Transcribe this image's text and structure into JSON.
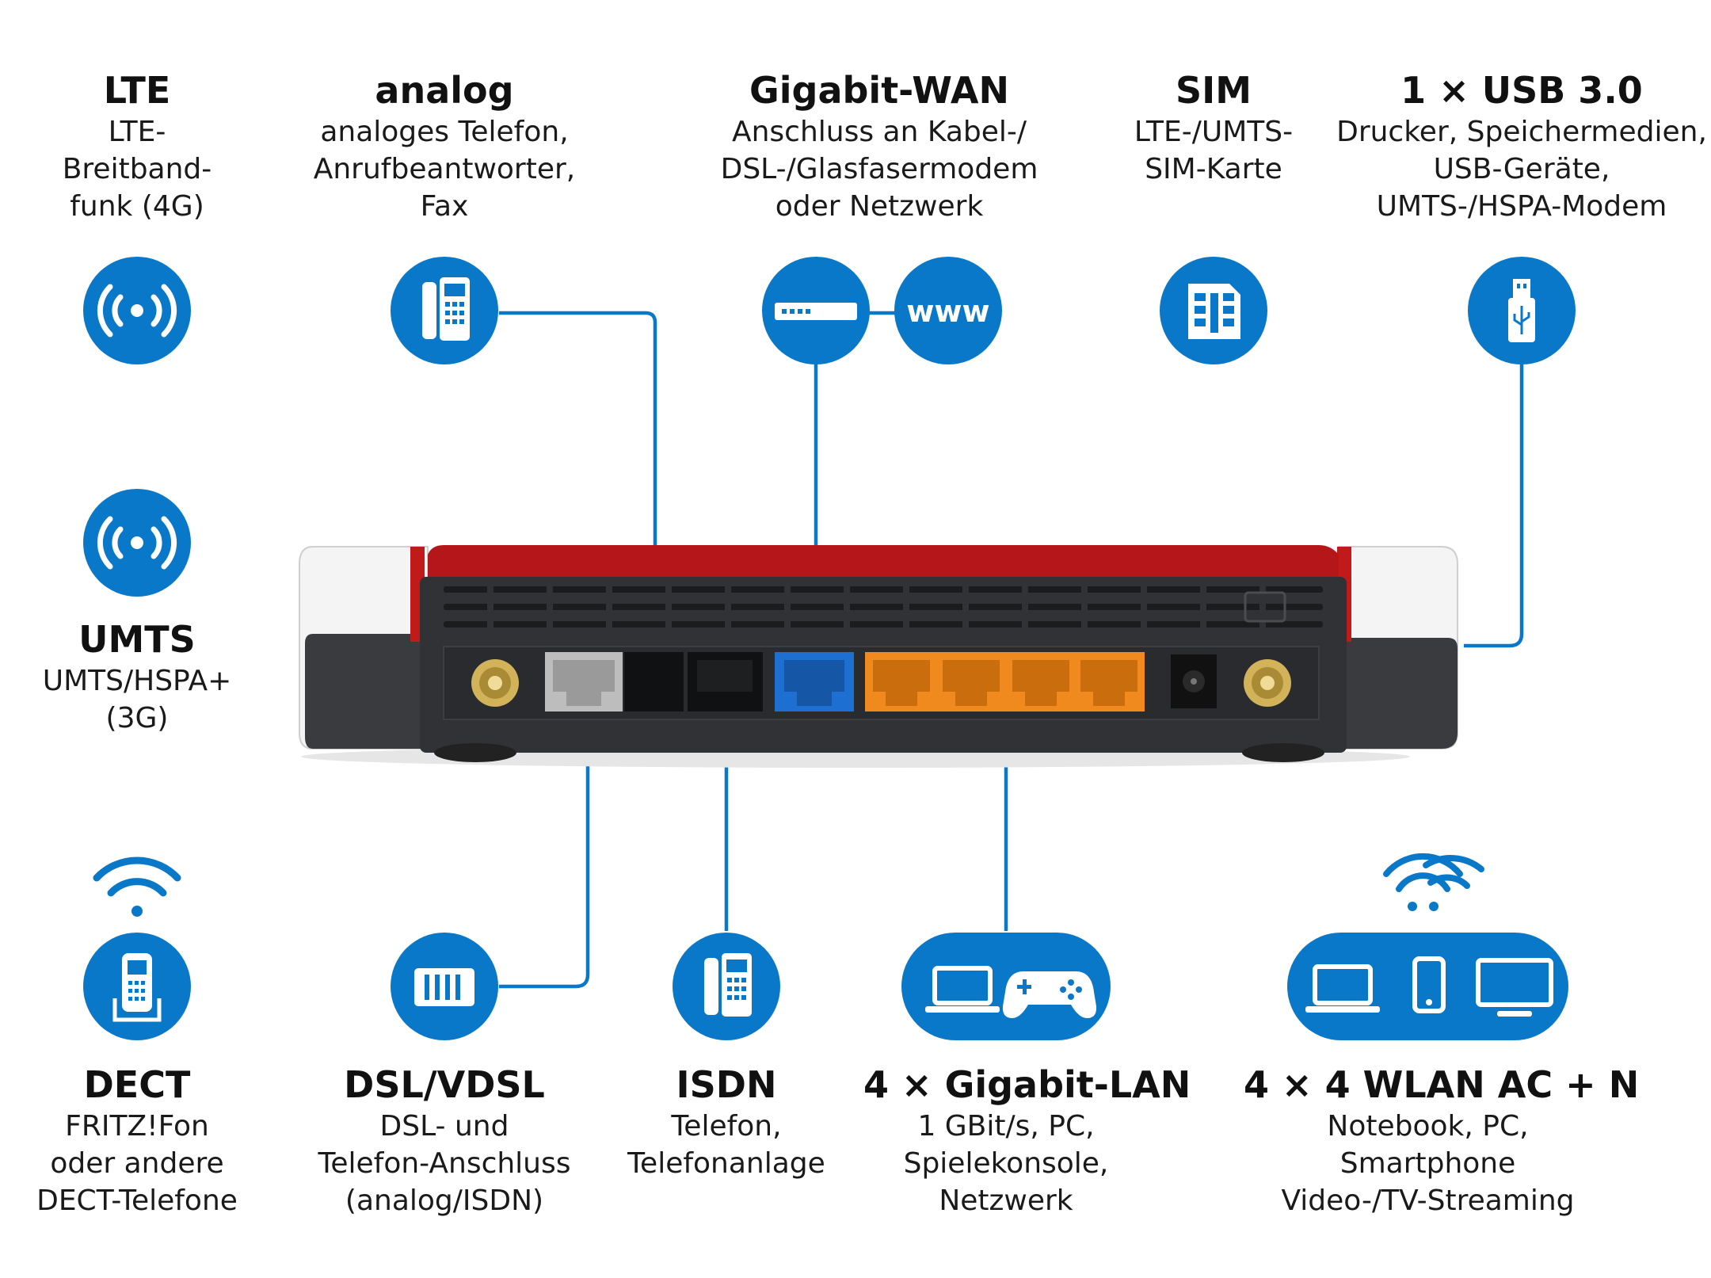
{
  "features": {
    "lte": {
      "title": "LTE",
      "desc": "LTE-\nBreitband-\nfunk (4G)"
    },
    "analog": {
      "title": "analog",
      "desc": "analoges Telefon,\nAnrufbeantworter,\nFax"
    },
    "wan": {
      "title": "Gigabit-WAN",
      "desc": "Anschluss an Kabel-/\nDSL-/Glasfasermodem\noder Netzwerk"
    },
    "sim": {
      "title": "SIM",
      "desc": "LTE-/UMTS-\nSIM-Karte"
    },
    "usb": {
      "title": "1 × USB 3.0",
      "desc": "Drucker, Speichermedien,\nUSB-Geräte,\nUMTS-/HSPA-Modem"
    },
    "umts": {
      "title": "UMTS",
      "desc": "UMTS/HSPA+\n(3G)"
    },
    "dect": {
      "title": "DECT",
      "desc": "FRITZ!Fon\noder andere\nDECT-Telefone"
    },
    "dsl": {
      "title": "DSL/VDSL",
      "desc": "DSL- und\nTelefon-Anschluss\n(analog/ISDN)"
    },
    "isdn": {
      "title": "ISDN",
      "desc": "Telefon,\nTelefonanlage"
    },
    "lan": {
      "title": "4 × Gigabit-LAN",
      "desc": "1 GBit/s, PC,\nSpielekonsole,\nNetzwerk"
    },
    "wlan": {
      "title": "4 × 4 WLAN AC + N",
      "desc": "Notebook, PC,\nSmartphone\nVideo-/TV-Streaming"
    }
  },
  "www_label": "www",
  "icons": [
    "antenna-icon",
    "desk-phone-icon",
    "modem-icon",
    "sim-card-icon",
    "usb-stick-icon",
    "dect-phone-icon",
    "dsl-port-icon",
    "isdn-phone-icon",
    "laptop-icon",
    "gamepad-icon",
    "monitor-icon",
    "smartphone-icon",
    "wifi-icon"
  ],
  "colors": {
    "accent": "#0a78c8",
    "device_body": "#333538",
    "device_top": "#c01a1a",
    "lan_port": "#f08a1e",
    "wan_port": "#1d6fd1",
    "connector_gold": "#c9a84a"
  }
}
